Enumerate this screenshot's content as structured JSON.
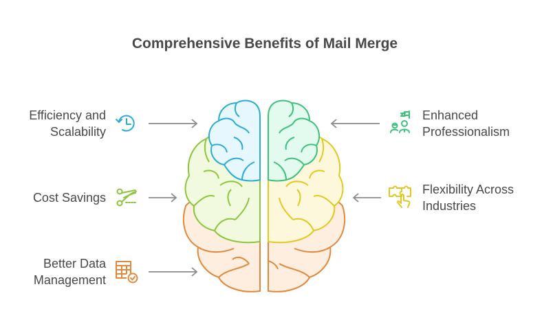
{
  "title": "Comprehensive Benefits of Mail Merge",
  "items": [
    {
      "id": "efficiency",
      "side": "left",
      "lines": [
        "Efficiency and",
        "Scalability"
      ],
      "icon": "clock-history-icon",
      "color": "#29abd4"
    },
    {
      "id": "cost",
      "side": "left",
      "lines": [
        "Cost Savings"
      ],
      "icon": "scissors-cut-icon",
      "color": "#8cc43c"
    },
    {
      "id": "data",
      "side": "left",
      "lines": [
        "Better Data",
        "Management"
      ],
      "icon": "table-check-icon",
      "color": "#e2883a"
    },
    {
      "id": "professionalism",
      "side": "right",
      "lines": [
        "Enhanced",
        "Professionalism"
      ],
      "icon": "team-flag-icon",
      "color": "#3cc07a"
    },
    {
      "id": "flexibility",
      "side": "right",
      "lines": [
        "Flexibility Across",
        "Industries"
      ],
      "icon": "puzzle-touch-icon",
      "color": "#e2c81e"
    }
  ],
  "colors": {
    "blue": "#29abd4",
    "blue_fill": "#e6f7fd",
    "green": "#3cc07a",
    "green_fill": "#e3fbef",
    "lime": "#8cc43c",
    "lime_fill": "#f1fade",
    "yellow": "#e2c81e",
    "yellow_fill": "#fdf8dc",
    "orange": "#e2883a",
    "orange_fill": "#fdeee0",
    "arrow": "#8a8a8a"
  }
}
